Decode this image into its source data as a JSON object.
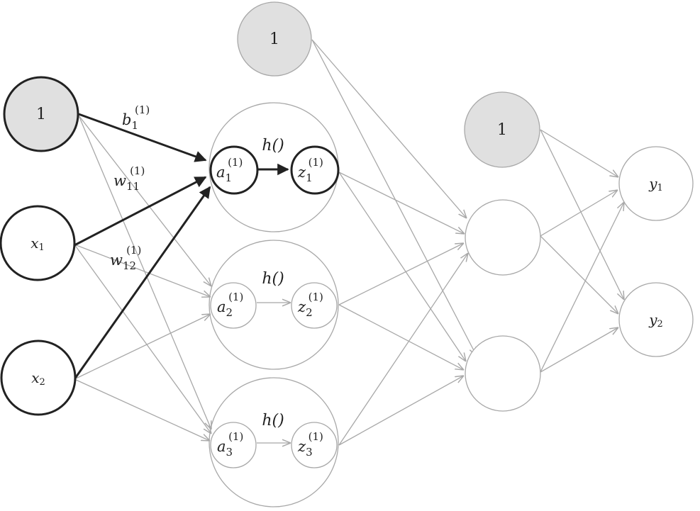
{
  "bias": {
    "input": "1",
    "hidden": "1",
    "hidden2": "1"
  },
  "inputs": {
    "x1": "x",
    "x1_sub": "1",
    "x2": "x",
    "x2_sub": "2"
  },
  "hidden": {
    "h_label": "h()",
    "a_var": "a",
    "z_var": "z",
    "superscript": "(1)",
    "idx1": "1",
    "idx2": "2",
    "idx3": "3"
  },
  "outputs": {
    "y1": "y",
    "y1_sub": "1",
    "y2": "y",
    "y2_sub": "2"
  },
  "edge_labels": {
    "b_var": "b",
    "b_sub": "1",
    "w_var": "w",
    "w11_sub": "11",
    "w12_sub": "12",
    "sup": "(1)"
  },
  "colors": {
    "bias_fill": "#e0e0e0",
    "bold_stroke": "#222222",
    "light_stroke": "#a8a8a8"
  }
}
